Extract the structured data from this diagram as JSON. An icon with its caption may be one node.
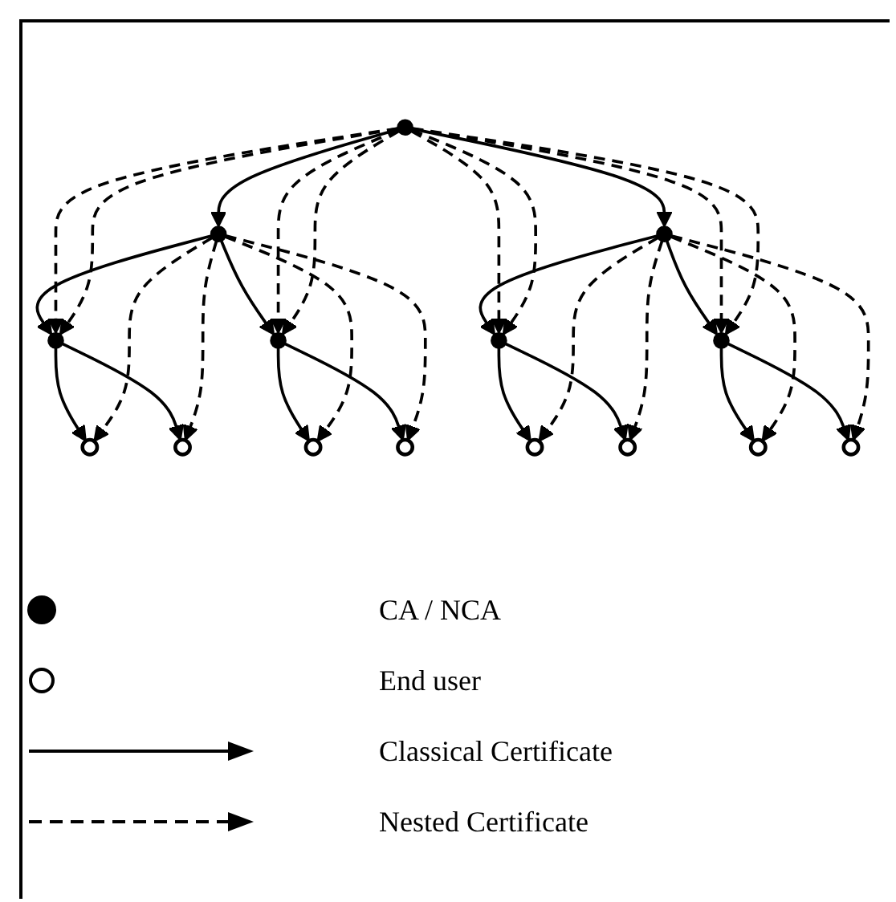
{
  "diagram": {
    "nodes": [
      {
        "text": [],
        "shape": "circle"
      },
      {
        "text": [],
        "shape": "circle"
      },
      {
        "text": [],
        "shape": "circle"
      },
      {
        "text": [],
        "shape": "circle"
      },
      {
        "text": [],
        "shape": "circle"
      },
      {
        "text": [],
        "shape": "circle"
      },
      {
        "text": [],
        "shape": "circle"
      },
      {
        "text": [],
        "shape": "circle"
      },
      {
        "text": [],
        "shape": "circle"
      },
      {
        "text": [],
        "shape": "circle"
      },
      {
        "text": [],
        "shape": "circle"
      },
      {
        "text": [],
        "shape": "circle"
      },
      {
        "text": [],
        "shape": "circle"
      },
      {
        "text": [],
        "shape": "circle"
      },
      {
        "text": [],
        "shape": "circle"
      }
    ],
    "edges": [
      {
        "from": 0,
        "to": 1,
        "arrow": "to"
      },
      {
        "from": 0,
        "to": 2,
        "arrow": "to"
      },
      {
        "from": 1,
        "to": 3,
        "arrow": "to"
      },
      {
        "from": 1,
        "to": 4,
        "arrow": "to"
      },
      {
        "from": 2,
        "to": 5,
        "arrow": "to"
      },
      {
        "from": 2,
        "to": 6,
        "arrow": "to"
      },
      {
        "from": 3,
        "to": 7,
        "arrow": "to"
      },
      {
        "from": 3,
        "to": 8,
        "arrow": "to"
      },
      {
        "from": 4,
        "to": 9,
        "arrow": "to"
      },
      {
        "from": 4,
        "to": 10,
        "arrow": "to"
      },
      {
        "from": 5,
        "to": 11,
        "arrow": "to"
      },
      {
        "from": 5,
        "to": 12,
        "arrow": "to"
      },
      {
        "from": 6,
        "to": 13,
        "arrow": "to"
      },
      {
        "from": 6,
        "to": 14,
        "arrow": "to"
      },
      {
        "from": 0,
        "to": 3,
        "arrow": "to",
        "style": "dashed"
      },
      {
        "from": 0,
        "to": 3,
        "arrow": "to",
        "style": "dashed"
      },
      {
        "from": 0,
        "to": 4,
        "arrow": "to",
        "style": "dashed"
      },
      {
        "from": 0,
        "to": 4,
        "arrow": "to",
        "style": "dashed"
      },
      {
        "from": 0,
        "to": 5,
        "arrow": "to",
        "style": "dashed"
      },
      {
        "from": 0,
        "to": 5,
        "arrow": "to",
        "style": "dashed"
      },
      {
        "from": 0,
        "to": 6,
        "arrow": "to",
        "style": "dashed"
      },
      {
        "from": 0,
        "to": 6,
        "arrow": "to",
        "style": "dashed"
      },
      {
        "from": 1,
        "to": 7,
        "arrow": "to",
        "style": "dashed"
      },
      {
        "from": 1,
        "to": 8,
        "arrow": "to",
        "style": "dashed"
      },
      {
        "from": 1,
        "to": 9,
        "arrow": "to",
        "style": "dashed"
      },
      {
        "from": 1,
        "to": 10,
        "arrow": "to",
        "style": "dashed"
      },
      {
        "from": 2,
        "to": 11,
        "arrow": "to",
        "style": "dashed"
      },
      {
        "from": 2,
        "to": 12,
        "arrow": "to",
        "style": "dashed"
      },
      {
        "from": 2,
        "to": 13,
        "arrow": "to",
        "style": "dashed"
      },
      {
        "from": 2,
        "to": 14,
        "arrow": "to",
        "style": "dashed"
      }
    ],
    "legend": [
      {
        "text": "CA / NCA"
      },
      {
        "text": "End user"
      },
      {
        "text": "Classical Certificate"
      },
      {
        "text": "Nested Certificate"
      }
    ]
  }
}
